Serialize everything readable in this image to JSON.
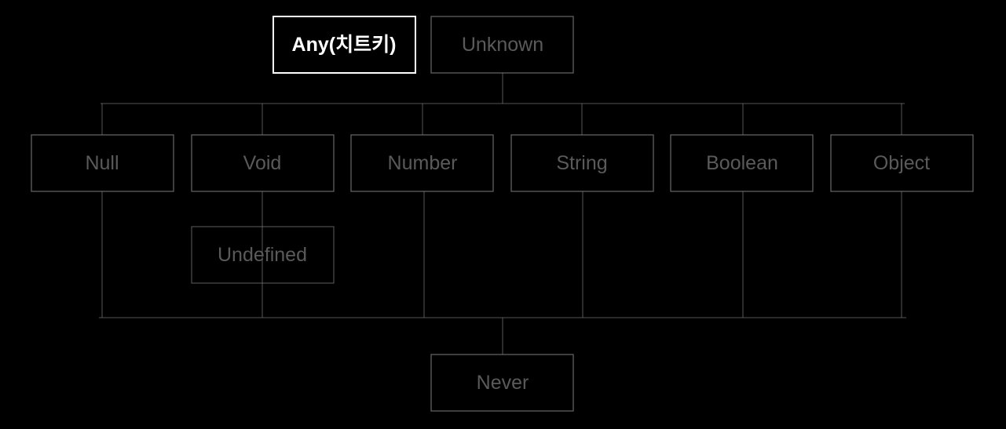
{
  "diagram": {
    "top": {
      "any": "Any(치트키)",
      "unknown": "Unknown"
    },
    "types": {
      "null": "Null",
      "void": "Void",
      "number": "Number",
      "string": "String",
      "boolean": "Boolean",
      "object": "Object"
    },
    "undefined": "Undefined",
    "bottom": {
      "never": "Never"
    }
  },
  "colors": {
    "background": "#000000",
    "highlight": "#ffffff",
    "muted_text": "#5a5a5a",
    "line": "#7a7a7a"
  }
}
